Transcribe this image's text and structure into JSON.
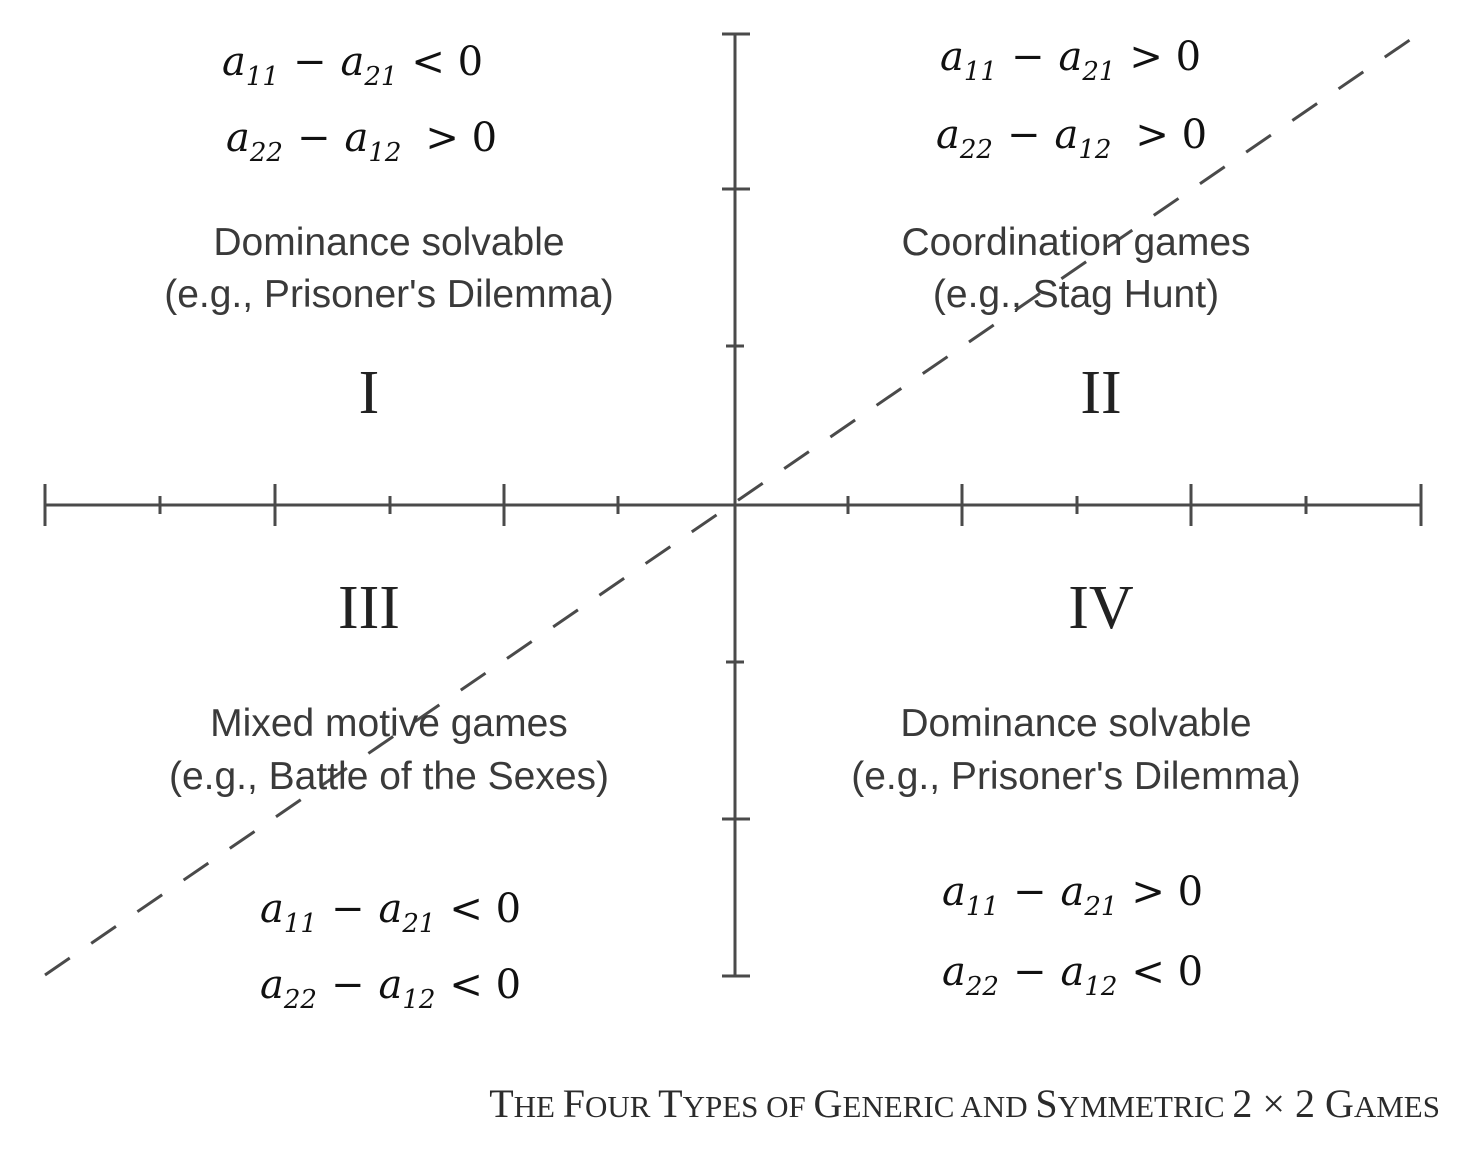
{
  "quadrants": {
    "q1": {
      "numeral": "I",
      "name_line1": "Dominance solvable",
      "name_line2": "(e.g., Prisoner's Dilemma)",
      "cond1": {
        "a": "a",
        "s1": "11",
        "op": "−",
        "b": "a",
        "s2": "21",
        "rel": "< 0"
      },
      "cond2": {
        "a": "a",
        "s1": "22",
        "op": "−",
        "b": "a",
        "s2": "12",
        "rel": "> 0"
      }
    },
    "q2": {
      "numeral": "II",
      "name_line1": "Coordination games",
      "name_line2": "(e.g., Stag Hunt)",
      "cond1": {
        "a": "a",
        "s1": "11",
        "op": "−",
        "b": "a",
        "s2": "21",
        "rel": "> 0"
      },
      "cond2": {
        "a": "a",
        "s1": "22",
        "op": "−",
        "b": "a",
        "s2": "12",
        "rel": "> 0"
      }
    },
    "q3": {
      "numeral": "III",
      "name_line1": "Mixed motive games",
      "name_line2": "(e.g., Battle of the Sexes)",
      "cond1": {
        "a": "a",
        "s1": "11",
        "op": "−",
        "b": "a",
        "s2": "21",
        "rel": "< 0"
      },
      "cond2": {
        "a": "a",
        "s1": "22",
        "op": "−",
        "b": "a",
        "s2": "12",
        "rel": "< 0"
      }
    },
    "q4": {
      "numeral": "IV",
      "name_line1": "Dominance solvable",
      "name_line2": "(e.g., Prisoner's Dilemma)",
      "cond1": {
        "a": "a",
        "s1": "11",
        "op": "−",
        "b": "a",
        "s2": "21",
        "rel": "> 0"
      },
      "cond2": {
        "a": "a",
        "s1": "22",
        "op": "−",
        "b": "a",
        "s2": "12",
        "rel": "< 0"
      }
    }
  },
  "caption": {
    "parts": [
      {
        "t": "T",
        "big": true
      },
      {
        "t": "HE ",
        "big": false
      },
      {
        "t": "F",
        "big": true
      },
      {
        "t": "OUR ",
        "big": false
      },
      {
        "t": "T",
        "big": true
      },
      {
        "t": "YPES OF ",
        "big": false
      },
      {
        "t": "G",
        "big": true
      },
      {
        "t": "ENERIC AND ",
        "big": false
      },
      {
        "t": "S",
        "big": true
      },
      {
        "t": "YMMETRIC ",
        "big": false
      },
      {
        "t": "2 × 2 ",
        "big": true
      },
      {
        "t": "G",
        "big": true
      },
      {
        "t": "AMES",
        "big": false
      }
    ]
  },
  "colors": {
    "axis": "#4a4a4a",
    "text": "#3a3a3a",
    "math": "#111111"
  }
}
